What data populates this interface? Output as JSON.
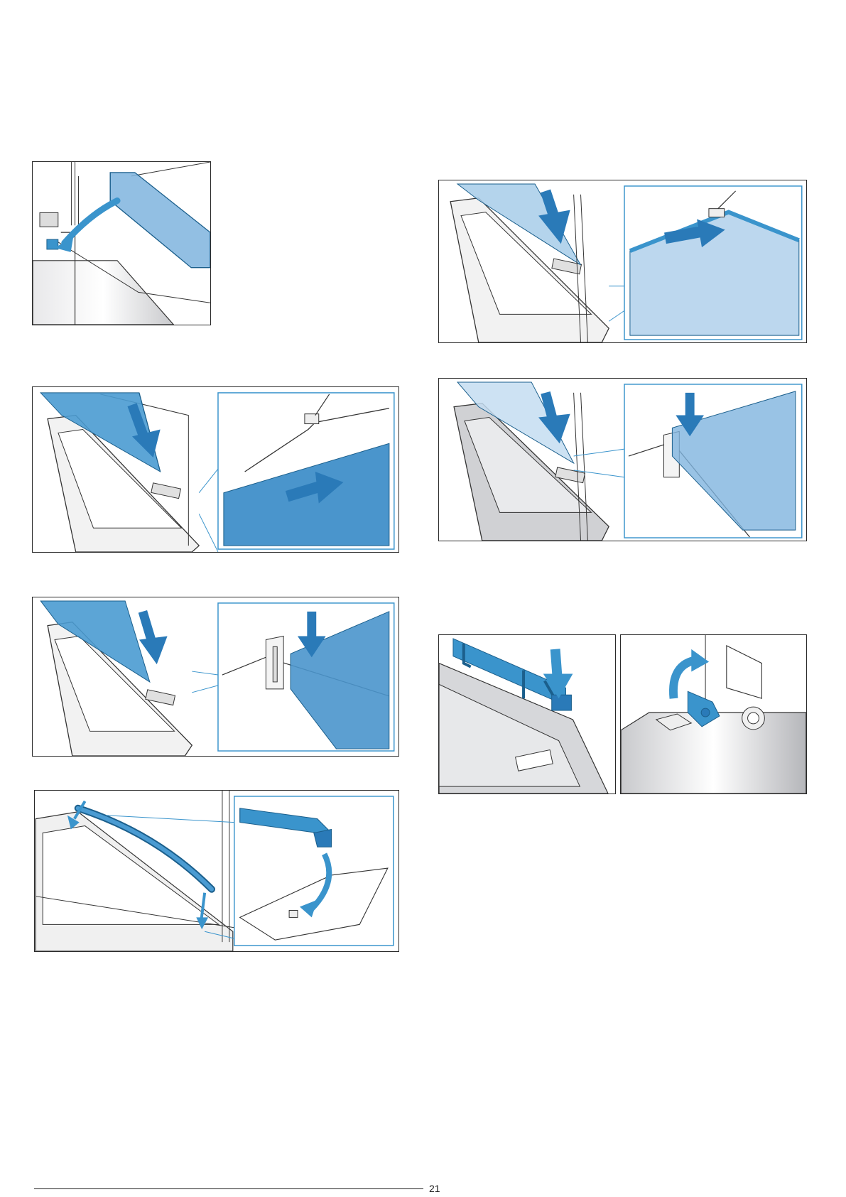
{
  "page": {
    "figures": [
      {
        "id": "fig-1",
        "depicts": "remove-cover-strip"
      },
      {
        "id": "fig-2",
        "depicts": "insert-inner-pane"
      },
      {
        "id": "fig-3",
        "depicts": "seat-pane-in-holder"
      },
      {
        "id": "fig-4",
        "depicts": "fit-door-seal"
      },
      {
        "id": "fig-5",
        "depicts": "insert-middle-pane"
      },
      {
        "id": "fig-6",
        "depicts": "press-pane-into-clip"
      },
      {
        "id": "fig-7",
        "depicts": "attach-cover-strip"
      },
      {
        "id": "fig-8",
        "depicts": "fold-back-locking-lever"
      }
    ],
    "accent_color": "#3a94cc",
    "pane_color": "#7fb4de",
    "page_number": "21"
  }
}
